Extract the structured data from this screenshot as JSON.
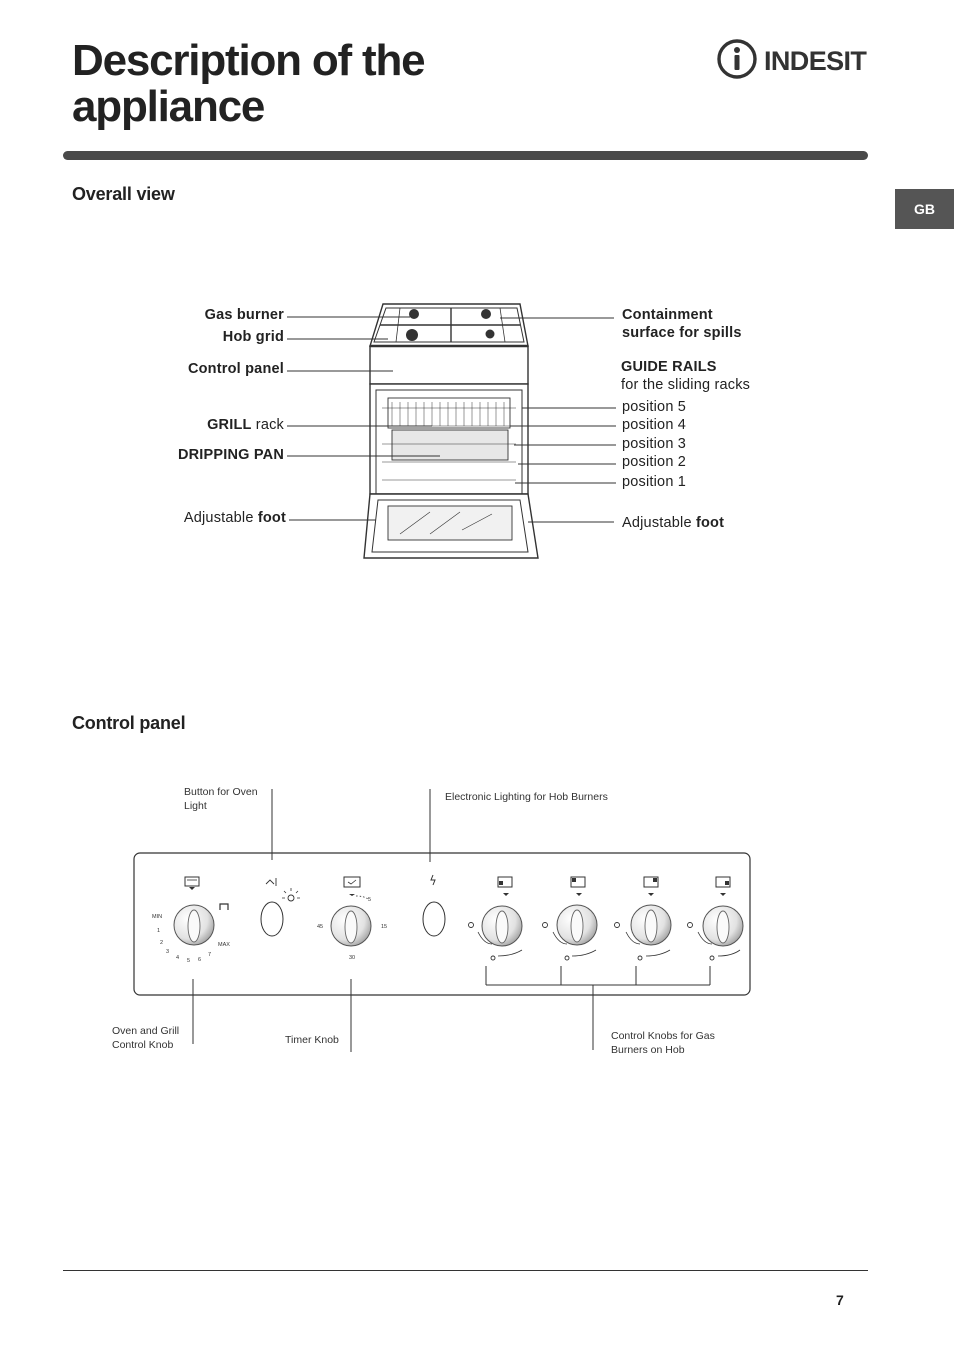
{
  "header": {
    "title_line1": "Description of the",
    "title_line2": "appliance",
    "brand": "INDESIT",
    "lang_tab": "GB"
  },
  "overall_view": {
    "heading": "Overall view",
    "labels_left": {
      "gas_burner": "Gas burner",
      "hob_grid": "Hob grid",
      "control_panel": "Control panel",
      "grill_bold": "GRILL",
      "grill_rest": " rack",
      "dripping_pan": "DRIPPING PAN",
      "adj_foot_pre": "Adjustable ",
      "adj_foot_bold": "foot"
    },
    "labels_right": {
      "containment_line1": "Containment",
      "containment_line2": "surface for spills",
      "guide_rails": "GUIDE RAILS",
      "guide_rails_sub": "for the sliding racks",
      "positions": [
        "position 5",
        "position 4",
        "position 3",
        "position 2",
        "position 1"
      ],
      "adj_foot_pre": "Adjustable ",
      "adj_foot_bold": "foot"
    }
  },
  "control_panel": {
    "heading": "Control panel",
    "callouts": {
      "oven_light_button": "Button for Oven Light",
      "electronic_lighting": "Electronic Lighting for Hob Burners",
      "oven_grill_knob": "Oven and Grill Control Knob",
      "timer_knob": "Timer Knob",
      "gas_knobs": "Control Knobs for Gas Burners on Hob"
    },
    "dial_oven": {
      "min": "MIN",
      "max": "MAX",
      "marks": [
        "1",
        "2",
        "3",
        "4",
        "5",
        "6",
        "7"
      ]
    },
    "dial_timer": {
      "marks": [
        "5",
        "15",
        "30",
        "45"
      ]
    }
  },
  "footer": {
    "page_number": "7"
  }
}
